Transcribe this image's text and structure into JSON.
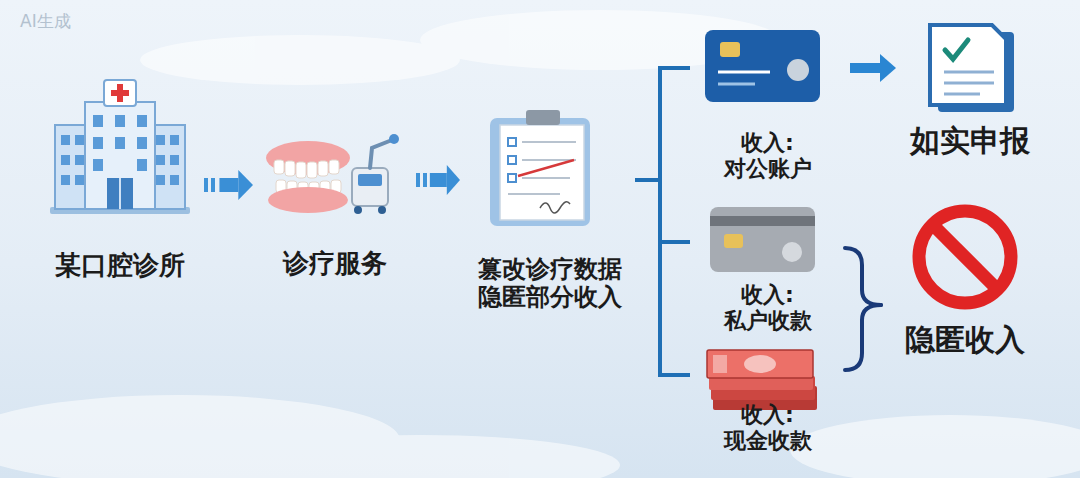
{
  "diagram": {
    "nodes": [
      {
        "text": [
          "某口腔诊所"
        ]
      },
      {
        "text": [
          "诊疗服务"
        ]
      },
      {
        "text": [
          "篡改诊疗数据 隐匿部分收入"
        ]
      },
      {
        "text": [
          "收入: 对公账户"
        ]
      },
      {
        "text": [
          "收入: 私户收款"
        ]
      },
      {
        "text": [
          "收入: 现金收款"
        ]
      },
      {
        "text": [
          "如实申报"
        ]
      },
      {
        "text": [
          "隐匿收入"
        ]
      }
    ],
    "edges": [
      {
        "from": 0,
        "to": 1,
        "arrow": "to"
      },
      {
        "from": 1,
        "to": 2,
        "arrow": "to"
      },
      {
        "from": 2,
        "to": 3,
        "arrow": "none"
      },
      {
        "from": 2,
        "to": 4,
        "arrow": "none"
      },
      {
        "from": 2,
        "to": 5,
        "arrow": "none"
      },
      {
        "from": 3,
        "to": 6,
        "arrow": "to"
      },
      {
        "from": 4,
        "to": 7,
        "arrow": "none"
      },
      {
        "from": 5,
        "to": 7,
        "arrow": "none"
      }
    ],
    "labels": [
      "AI生成"
    ]
  }
}
